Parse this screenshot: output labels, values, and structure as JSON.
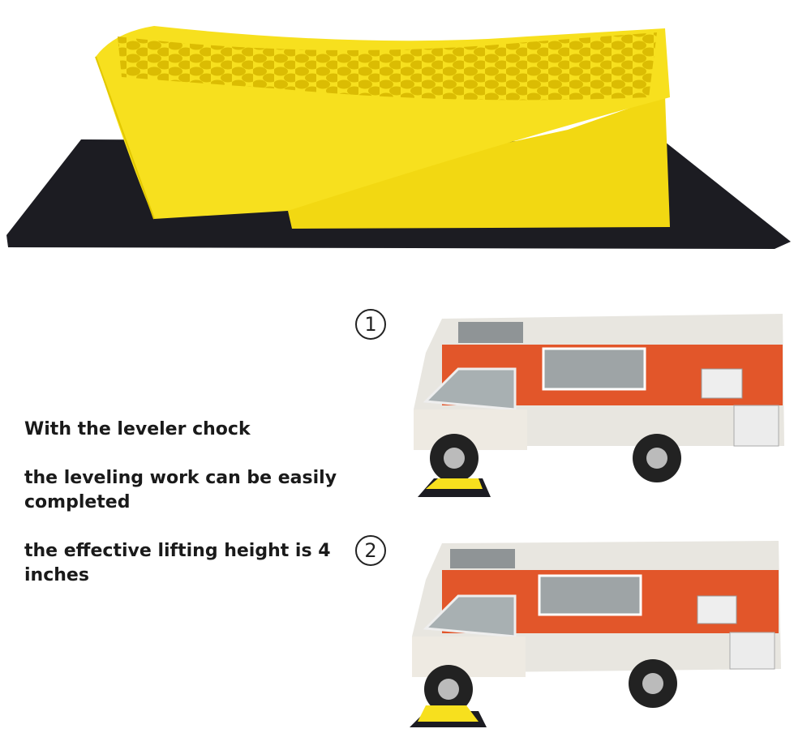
{
  "captions": {
    "line1": "With the leveler chock",
    "line2": "the leveling work can be easily completed",
    "line3": "the effective lifting height is 4 inches"
  },
  "steps": {
    "step1": "1",
    "step2": "2"
  },
  "colors": {
    "chock_yellow": "#f7e01e",
    "mat_black": "#1c1c22",
    "rv_orange": "#e2562a",
    "rv_white": "#e8e6e0"
  }
}
